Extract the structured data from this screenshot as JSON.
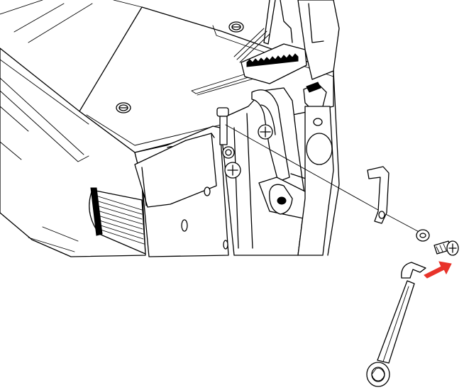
{
  "figure": {
    "background_color": "#ffffff",
    "line_color": "#000000",
    "arrow_color": "#e8332a",
    "parts": [
      {
        "id": "machine-body",
        "icon": "sewing-machine-body"
      },
      {
        "id": "needle-plate",
        "icon": "feed-dog-plate"
      },
      {
        "id": "looper-mechanism",
        "icon": "looper-lever-assembly"
      },
      {
        "id": "spring-hook",
        "icon": "hook-bracket"
      },
      {
        "id": "washer",
        "icon": "washer-ring"
      },
      {
        "id": "screw",
        "icon": "phillips-screw"
      },
      {
        "id": "wrench",
        "icon": "box-wrench"
      },
      {
        "id": "direction-arrow",
        "icon": "red-arrow"
      }
    ]
  }
}
